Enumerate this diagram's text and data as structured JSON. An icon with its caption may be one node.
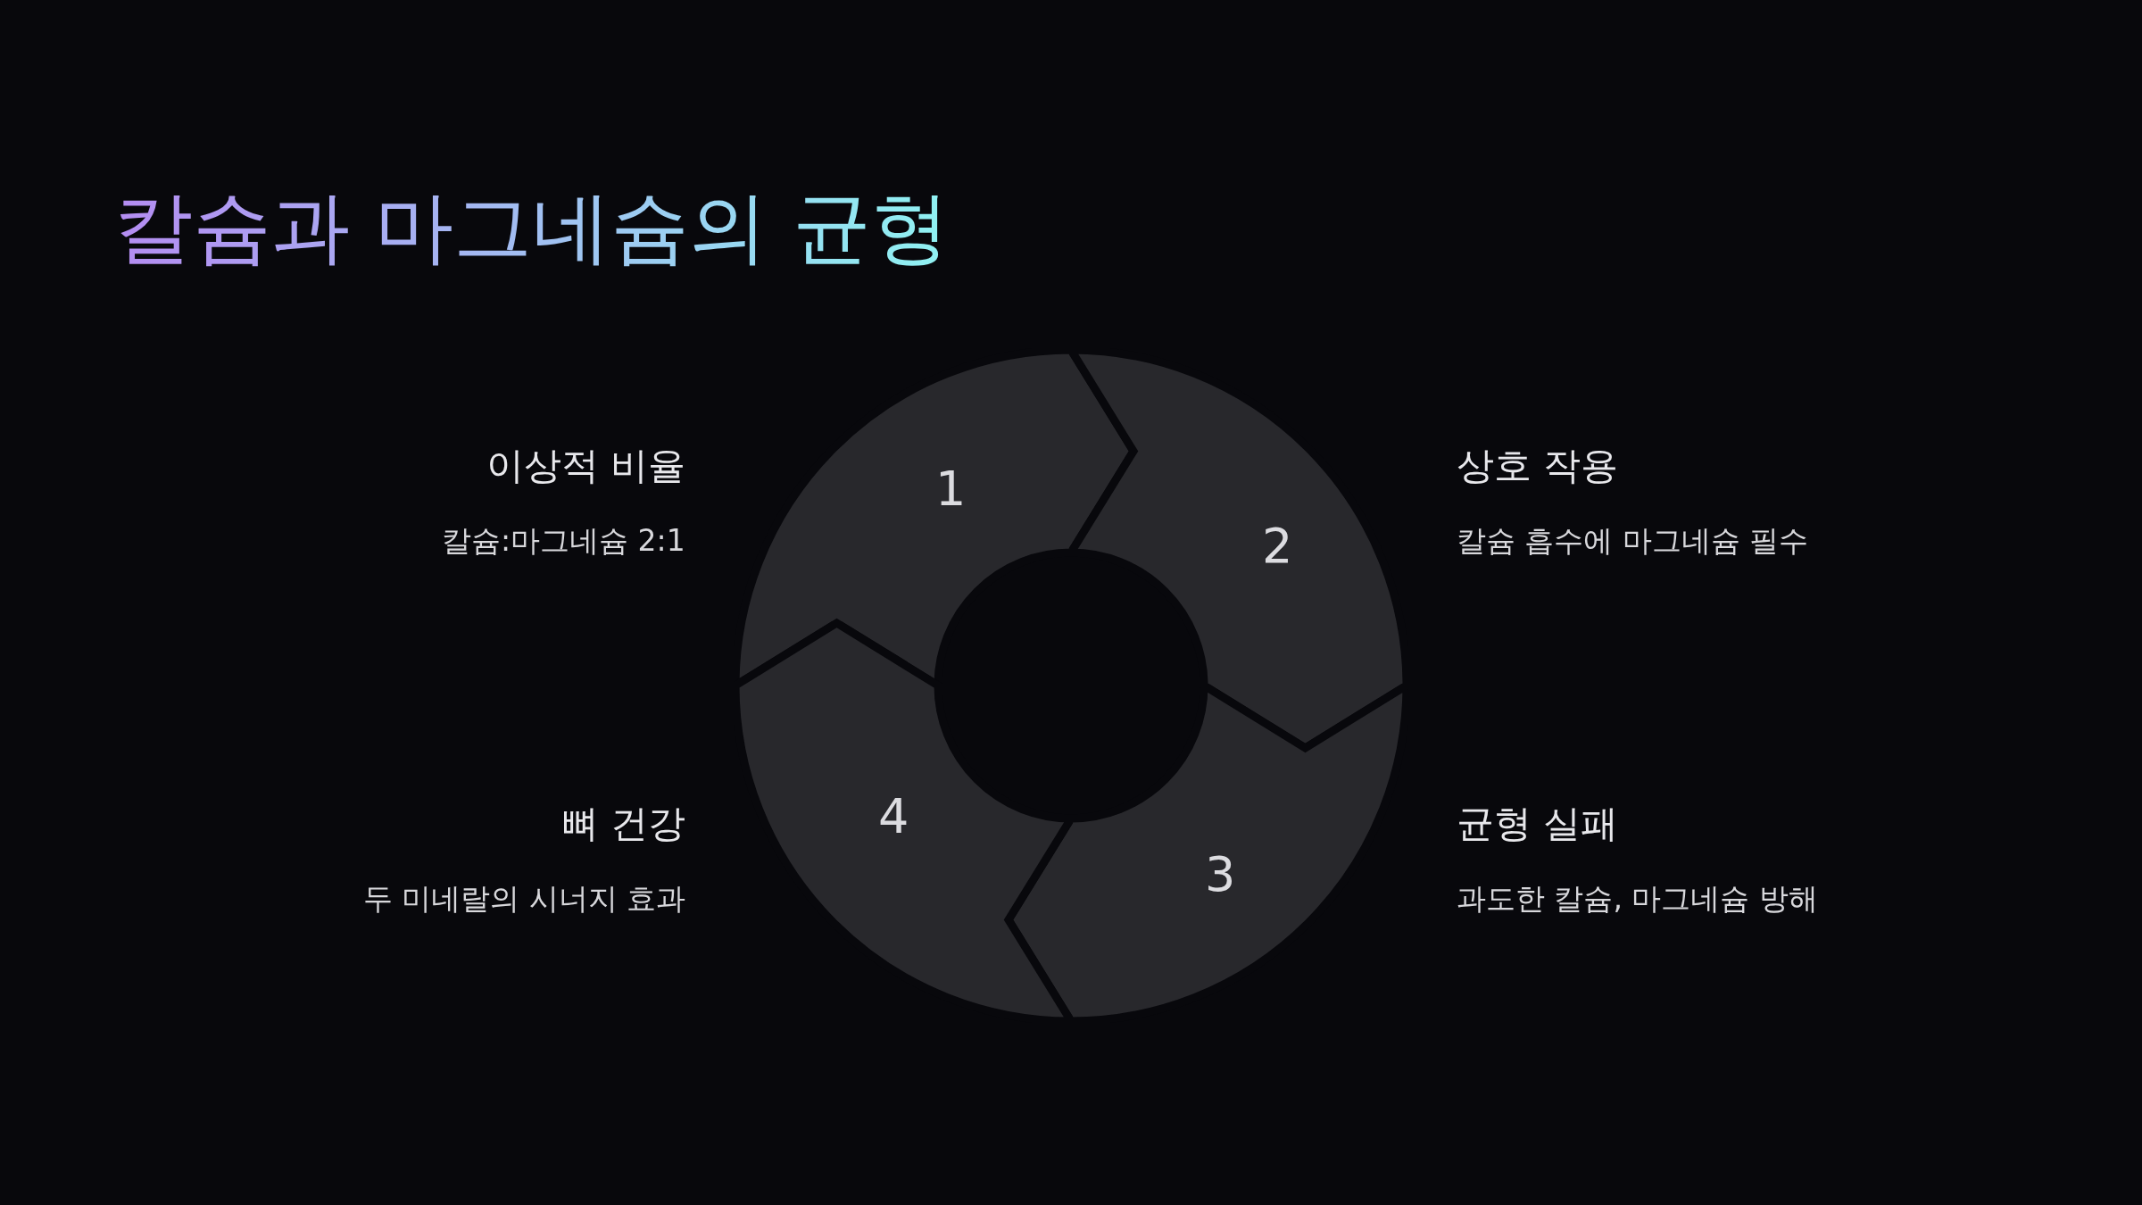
{
  "diagram": {
    "title": "칼슘과 마그네슘의 균형",
    "nodes": [
      {
        "text": [
          "1"
        ],
        "beside": [
          "이상적 비율",
          "칼슘:마그네슘 2:1"
        ]
      },
      {
        "text": [
          "2"
        ],
        "beside": [
          "상호 작용",
          "칼슘 흡수에 마그네슘 필수"
        ]
      },
      {
        "text": [
          "3"
        ],
        "beside": [
          "균형 실패",
          "과도한 칼슘, 마그네슘 방해"
        ]
      },
      {
        "text": [
          "4"
        ],
        "beside": [
          "뼈 건강",
          "두 미네랄의 시너지 효과"
        ]
      }
    ]
  }
}
